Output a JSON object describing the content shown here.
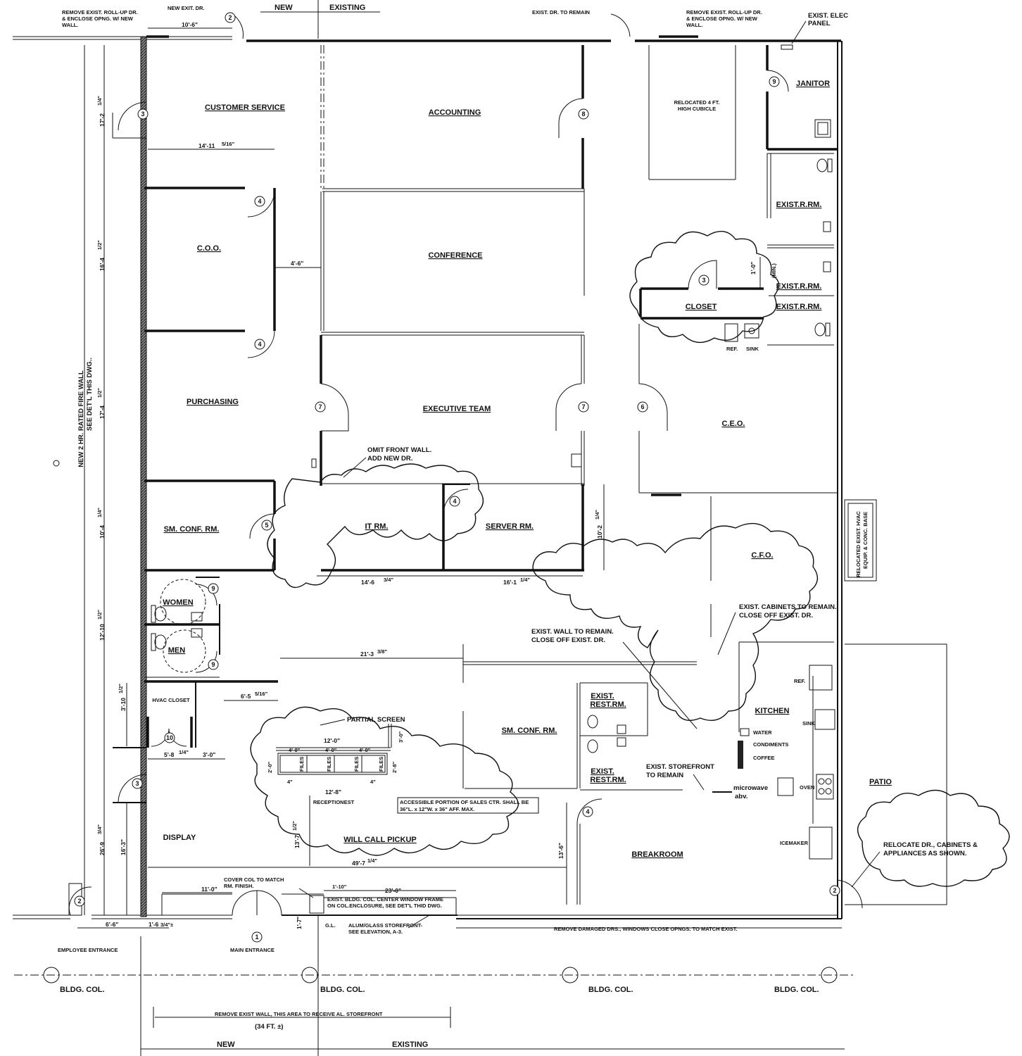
{
  "rooms": {
    "customer_service": "CUSTOMER SERVICE",
    "accounting": "ACCOUNTING",
    "relocated_cubicle": "RELOCATED 4 FT.",
    "relocated_cubicle_2": "HIGH CUBICLE",
    "janitor": "JANITOR",
    "exist_rrm_1": "EXIST.R.RM.",
    "exist_rrm_2": "EXIST.R.RM.",
    "exist_rrm_3": "EXIST.R.RM.",
    "coo": "C.O.O.",
    "conference": "CONFERENCE",
    "closet": "CLOSET",
    "purchasing": "PURCHASING",
    "executive_team": "EXECUTIVE TEAM",
    "ceo": "C.E.O.",
    "sm_conf_rm_1": "SM. CONF. RM.",
    "it_rm": "IT RM.",
    "server_rm": "SERVER RM.",
    "cfo": "C.F.O.",
    "women": "WOMEN",
    "men": "MEN",
    "hvac_closet": "HVAC CLOSET",
    "sm_conf_rm_2": "SM. CONF. RM.",
    "exist_rest_rm_1a": "EXIST.",
    "exist_rest_rm_1b": "REST.RM.",
    "exist_rest_rm_2a": "EXIST.",
    "exist_rest_rm_2b": "REST.RM.",
    "kitchen": "KITCHEN",
    "display": "DISPLAY",
    "will_call": "WILL CALL PICKUP",
    "breakroom": "BREAKROOM",
    "patio": "PATIO",
    "receptionist": "RECEPTIONEST"
  },
  "notes": {
    "roll_up_1a": "REMOVE EXIST. ROLL-UP DR.",
    "roll_up_1b": "& ENCLOSE OPNG. W/ NEW",
    "roll_up_1c": "WALL.",
    "new_exit": "NEW EXIT. DR.",
    "top_new": "NEW",
    "top_existing": "EXISTING",
    "exist_dr_remain": "EXIST. DR. TO REMAIN",
    "roll_up_2a": "REMOVE EXIST. ROLL-UP DR.",
    "roll_up_2b": "& ENCLOSE OPNG. W/ NEW",
    "roll_up_2c": "WALL.",
    "elec_a": "EXIST. ELEC",
    "elec_b": "PANEL",
    "fire_wall_a": "NEW 2 HR. RATED FIRE WALL",
    "fire_wall_b": "SEE DET'L THIS DWG..",
    "omit_a": "OMIT FRONT WALL.",
    "omit_b": "ADD NEW DR.",
    "hvac_a": "RELOCATED EXIST. HVAC",
    "hvac_b": "EQUIP. & CONC. BASE",
    "cab_a": "EXIST. CABINETS TO REMAIN.",
    "cab_b": "CLOSE OFF EXIST. DR.",
    "wall_a": "EXIST. WALL TO REMAIN.",
    "wall_b": "CLOSE OFF EXIST. DR.",
    "partial_screen": "PARTIAL SCREEN",
    "access_a": "ACCESSIBLE PORTION OF SALES CTR. SHALL BE",
    "access_b": "36\"L. x 12\"W. x 36\" AFF. MAX.",
    "storefront_a": "EXIST. STOREFRONT",
    "storefront_b": "TO REMAIN",
    "relocate_a": "RELOCATE DR., CABINETS &",
    "relocate_b": "APPLIANCES AS SHOWN.",
    "cover_col_a": "COVER COL TO MATCH",
    "cover_col_b": "RM. FINISH.",
    "col_center_a": "EXIST. BLDG. COL. CENTER WINDOW FRAME",
    "col_center_b": "ON COL.ENCLOSURE, SEE DET'L THID DWG.",
    "gl": "G.L.",
    "alum_a": "ALUM/GLASS STOREFRONT-",
    "alum_b": "SEE ELEVATION, A-3.",
    "remove_damaged": "REMOVE DAMAGED DRS., WINDOWS CLOSE OPNGS. TO MATCH EXIST.",
    "employee_entrance": "EMPLOYEE ENTRANCE",
    "main_entrance": "MAIN ENTRANCE",
    "bldg_col": "BLDG. COL.",
    "remove_wall": "REMOVE EXIST WALL, THIS AREA TO RECEIVE AL. STOREFRONT",
    "thirty_four": "(34 FT. ±)",
    "bottom_new": "NEW",
    "bottom_existing": "EXISTING",
    "ref1": "REF.",
    "sink1": "SINK",
    "ref2": "REF.",
    "sink2": "SINK",
    "water": "WATER",
    "condiments": "CONDIMENTS",
    "coffee": "COFFEE",
    "microwave_a": "microwave",
    "microwave_b": "abv.",
    "oven": "OVEN",
    "icemaker": "ICEMAKER",
    "files": "FILES",
    "min": "(MIN.)"
  },
  "dims": {
    "d1": "10'-6\"",
    "d2": "14'-11",
    "d2f": "5/16\"",
    "d3": "4'-6\"",
    "d4": "17'-2",
    "d4f": "1/4\"",
    "d5": "16'-4",
    "d5f": "1/2\"",
    "d6": "17'-4",
    "d6f": "1/2\"",
    "d7": "10'-4",
    "d7f": "1/4\"",
    "d8": "12'-10",
    "d8f": "1/2\"",
    "d9": "3'-10",
    "d9f": "1/2\"",
    "d10": "26'-9",
    "d10f": "3/4\"",
    "d11": "16'-3\"",
    "d12": "14'-6",
    "d12f": "3/4\"",
    "d13": "16'-1",
    "d13f": "1/4\"",
    "d14": "10'-2",
    "d14f": "1/4\"",
    "d15": "21'-3",
    "d15f": "3/8\"",
    "d16": "6'-5",
    "d16f": "5/16\"",
    "d17": "5'-8",
    "d17f": "1/4\"",
    "d18": "3'-0\"",
    "d19": "12'-0\"",
    "d20a": "4'-0\"",
    "d20b": "4'-0\"",
    "d20c": "4'-0\"",
    "d21": "3'-0\"",
    "d22": "2'-0\"",
    "d23": "2'-8\"",
    "d24a": "4\"",
    "d24b": "4\"",
    "d25": "12'-8\"",
    "d26": "13'-7",
    "d26f": "1/2\"",
    "d27": "49'-7",
    "d27f": "1/4\"",
    "d28": "13'-6\"",
    "d29": "11'-0\"",
    "d30": "1'-10\"",
    "d31": "23'-0\"",
    "d32": "6'-6\"",
    "d33": "1'-6",
    "d33f": "3/4\"±",
    "d34": "1'-7\"",
    "d35": "1'-0\""
  },
  "tags": {
    "t1": "1",
    "t2a": "2",
    "t2b": "2",
    "t2c": "2",
    "t3a": "3",
    "t3b": "3",
    "t3c": "3",
    "t4a": "4",
    "t4b": "4",
    "t4c": "4",
    "t4d": "4",
    "t5": "5",
    "t6": "6",
    "t7a": "7",
    "t7b": "7",
    "t8": "8",
    "t9a": "9",
    "t9b": "9",
    "t9c": "9",
    "t10": "10"
  }
}
